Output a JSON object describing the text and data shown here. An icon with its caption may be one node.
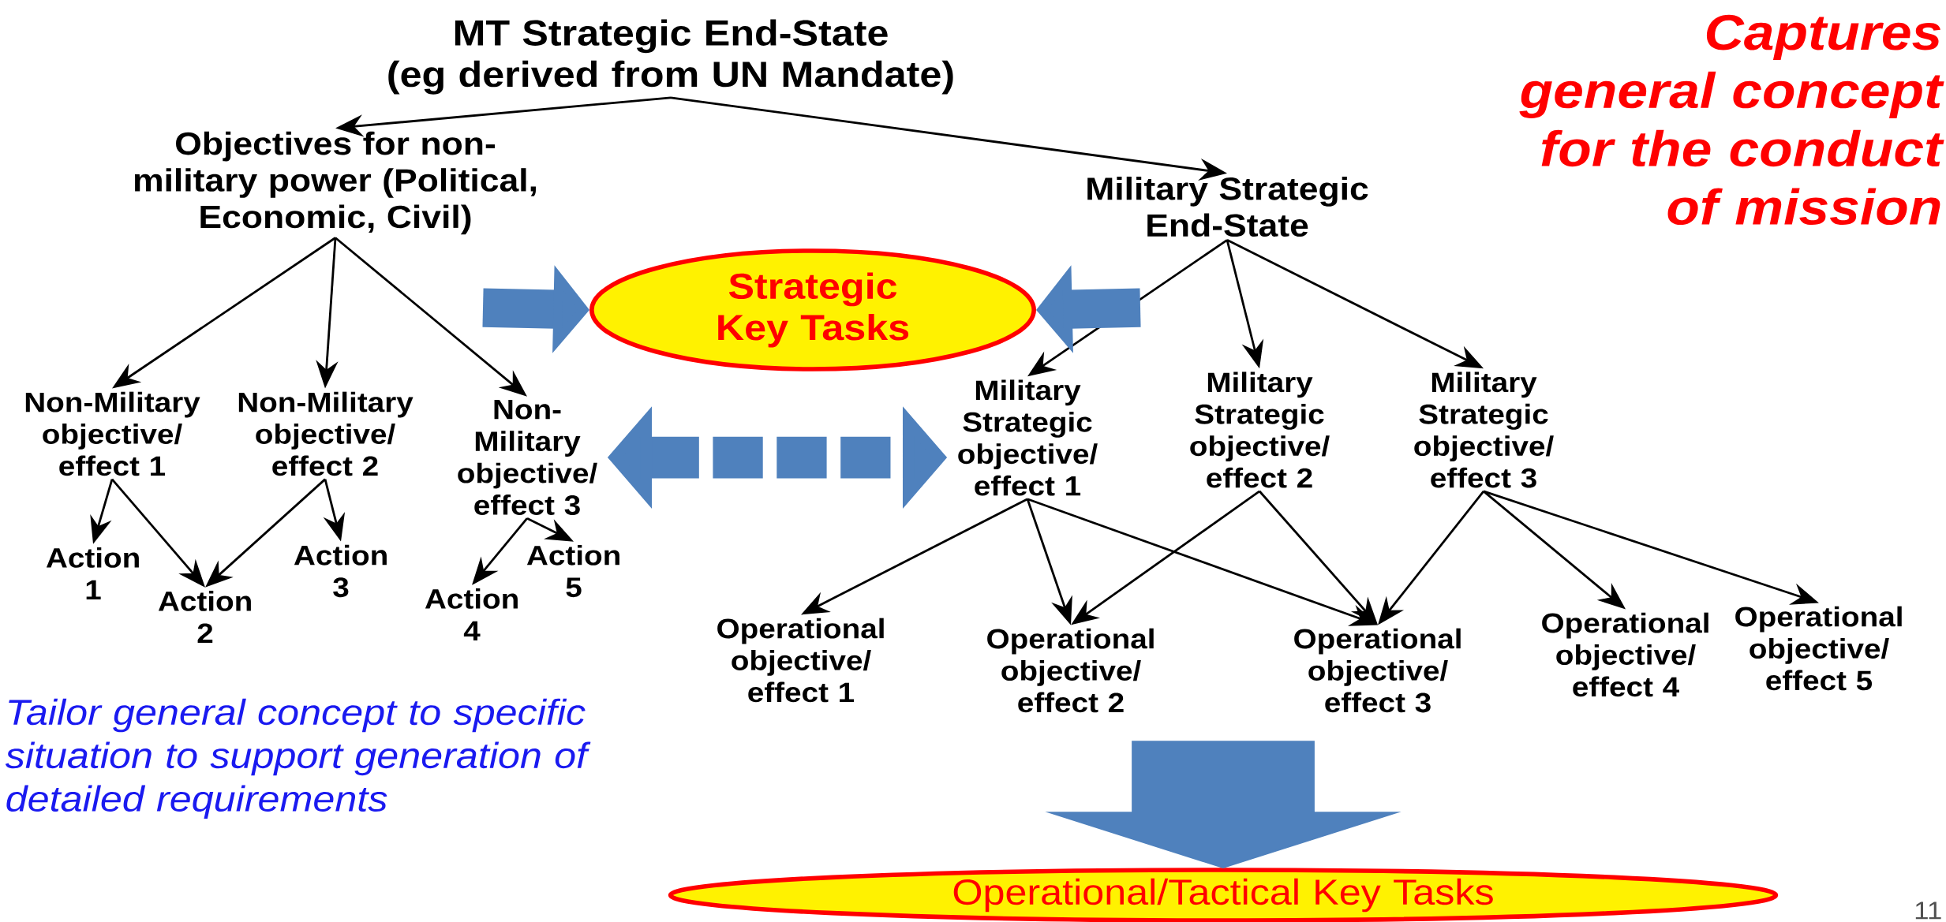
{
  "diagram": {
    "nodes": [
      {
        "text": [
          "MT Strategic End-State",
          "(eg derived from UN Mandate)"
        ]
      },
      {
        "text": [
          "Objectives for non-military power (Political, Economic, Civil)"
        ]
      },
      {
        "text": [
          "Military Strategic End-State"
        ]
      },
      {
        "text": [
          "Strategic Key Tasks"
        ]
      },
      {
        "text": [
          "Non-Military objective/ effect 1"
        ]
      },
      {
        "text": [
          "Non-Military objective/ effect 2"
        ]
      },
      {
        "text": [
          "Non-Military objective/ effect 3"
        ]
      },
      {
        "text": [
          "Action 1"
        ]
      },
      {
        "text": [
          "Action 2"
        ]
      },
      {
        "text": [
          "Action 3"
        ]
      },
      {
        "text": [
          "Action 4"
        ]
      },
      {
        "text": [
          "Action 5"
        ]
      },
      {
        "text": [
          "Military Strategic objective/ effect 1"
        ]
      },
      {
        "text": [
          "Military Strategic objective/ effect 2"
        ]
      },
      {
        "text": [
          "Military Strategic objective/ effect 3"
        ]
      },
      {
        "text": [
          "Operational objective/ effect 1"
        ]
      },
      {
        "text": [
          "Operational objective/ effect 2"
        ]
      },
      {
        "text": [
          "Operational objective/ effect 3"
        ]
      },
      {
        "text": [
          "Operational objective/ effect 4"
        ]
      },
      {
        "text": [
          "Operational objective/ effect 5"
        ]
      },
      {
        "text": [
          "Operational/Tactical Key Tasks"
        ]
      }
    ],
    "edges": [
      {
        "from": 0,
        "to": 1,
        "arrow": "to"
      },
      {
        "from": 0,
        "to": 2,
        "arrow": "to"
      },
      {
        "from": 1,
        "to": 4,
        "arrow": "to"
      },
      {
        "from": 1,
        "to": 5,
        "arrow": "to"
      },
      {
        "from": 1,
        "to": 6,
        "arrow": "to"
      },
      {
        "from": 2,
        "to": 12,
        "arrow": "to"
      },
      {
        "from": 2,
        "to": 13,
        "arrow": "to"
      },
      {
        "from": 2,
        "to": 14,
        "arrow": "to"
      },
      {
        "from": 4,
        "to": 7,
        "arrow": "to"
      },
      {
        "from": 4,
        "to": 8,
        "arrow": "to"
      },
      {
        "from": 5,
        "to": 8,
        "arrow": "to"
      },
      {
        "from": 5,
        "to": 9,
        "arrow": "to"
      },
      {
        "from": 6,
        "to": 10,
        "arrow": "to"
      },
      {
        "from": 6,
        "to": 11,
        "arrow": "to"
      },
      {
        "from": 12,
        "to": 15,
        "arrow": "to"
      },
      {
        "from": 12,
        "to": 16,
        "arrow": "to"
      },
      {
        "from": 12,
        "to": 17,
        "arrow": "to"
      },
      {
        "from": 13,
        "to": 16,
        "arrow": "to"
      },
      {
        "from": 13,
        "to": 17,
        "arrow": "to"
      },
      {
        "from": 14,
        "to": 17,
        "arrow": "to"
      },
      {
        "from": 14,
        "to": 18,
        "arrow": "to"
      },
      {
        "from": 14,
        "to": 19,
        "arrow": "to"
      },
      {
        "from": null,
        "to": 3,
        "arrow": "to",
        "style": "thick",
        "color": "#4f81bd"
      },
      {
        "from": null,
        "to": 3,
        "arrow": "to",
        "style": "thick",
        "color": "#4f81bd"
      },
      {
        "from": 6,
        "to": 12,
        "arrow": "both",
        "style": "dashed",
        "color": "#4f81bd"
      },
      {
        "from": null,
        "to": 20,
        "arrow": "to",
        "style": "thick",
        "color": "#4f81bd"
      }
    ],
    "labels": [
      "Captures general concept for the conduct of mission",
      "Tailor general concept to specific situation to support generation of detailed requirements",
      "11"
    ]
  }
}
